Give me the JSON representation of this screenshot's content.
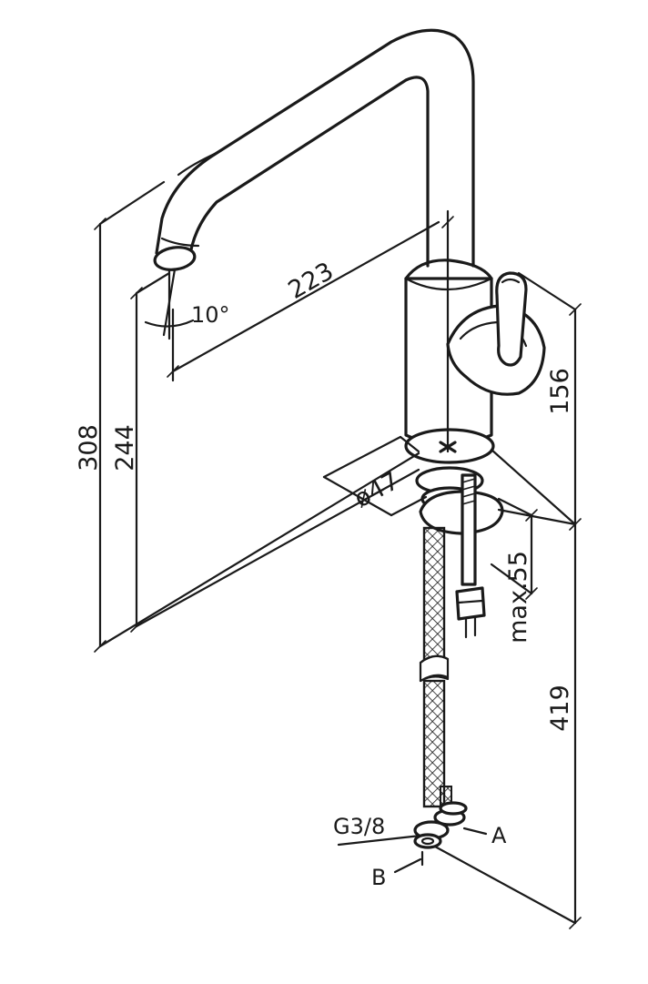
{
  "dimensions": {
    "total_height": "308",
    "spout_height": "244",
    "spout_reach": "223",
    "lever_height": "156",
    "base_diameter": "ø47",
    "deck_thickness": "max.55",
    "hose_length": "419",
    "spout_angle": "10°"
  },
  "connections": {
    "thread": "G3/8",
    "hot_cold_a": "A",
    "hot_cold_b": "B"
  },
  "colors": {
    "line": "#1a1a1a",
    "background": "#ffffff"
  }
}
